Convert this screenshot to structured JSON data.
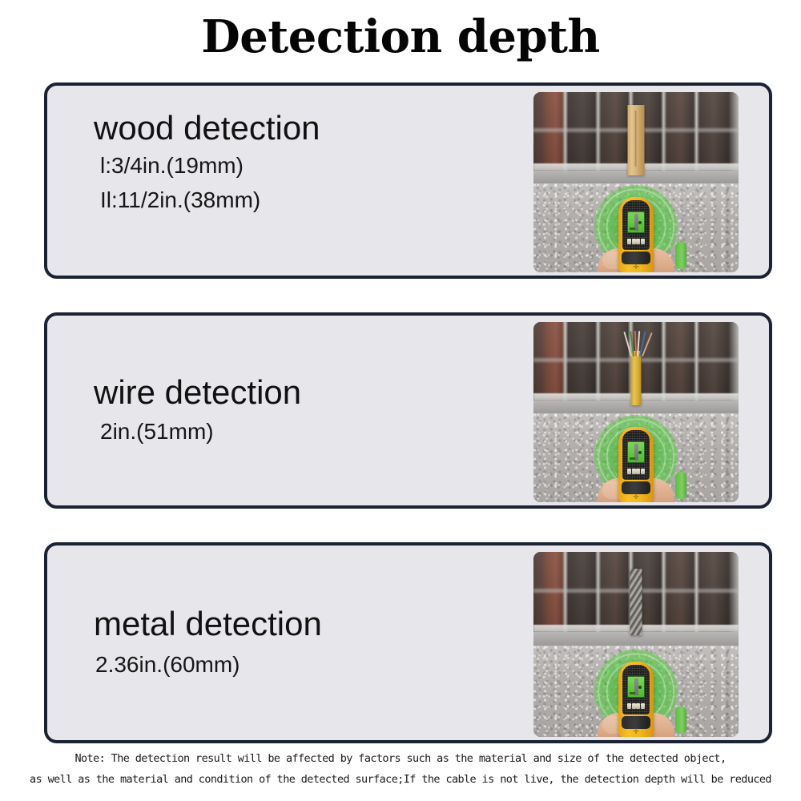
{
  "header": {
    "title": "Detection depth"
  },
  "cards": [
    {
      "id": "wood",
      "heading": "wood detection",
      "specs": [
        "l:3/4in.(19mm)",
        "Il:11/2in.(38mm)"
      ],
      "photo": {
        "alt_name": "wood-detection-photo",
        "embedded_object": "wooden stud",
        "upper_wall": "dark brown brick wall",
        "lower_wall": "gray stucco concrete wall",
        "device": "yellow handheld stud detector with green scan rings"
      }
    },
    {
      "id": "wire",
      "heading": "wire detection",
      "specs": [
        "2in.(51mm)"
      ],
      "photo": {
        "alt_name": "wire-detection-photo",
        "embedded_object": "yellow electrical cable with exposed colored strands",
        "upper_wall": "dark brown brick wall",
        "lower_wall": "gray stucco concrete wall",
        "device": "yellow handheld stud detector with green scan rings"
      }
    },
    {
      "id": "metal",
      "heading": "metal detection",
      "specs": [
        "2.36in.(60mm)"
      ],
      "photo": {
        "alt_name": "metal-detection-photo",
        "embedded_object": "steel masonry drill bit",
        "upper_wall": "dark brown brick wall",
        "lower_wall": "gray stucco concrete wall",
        "device": "yellow handheld stud detector with green scan rings"
      }
    }
  ],
  "note": {
    "line1": "Note: The detection result will be affected by factors such as the material and size of the detected object,",
    "line2": "as well as the material and condition of the detected surface;If the cable is not live, the detection depth will be reduced"
  },
  "colors": {
    "page_background": "#ffffff",
    "card_fill": "#e7e6eb",
    "card_border": "#1b2234",
    "title_text": "#050505",
    "device_yellow": "#f2b61f",
    "scan_green": "#46be37",
    "screen_green": "#61c83f"
  }
}
